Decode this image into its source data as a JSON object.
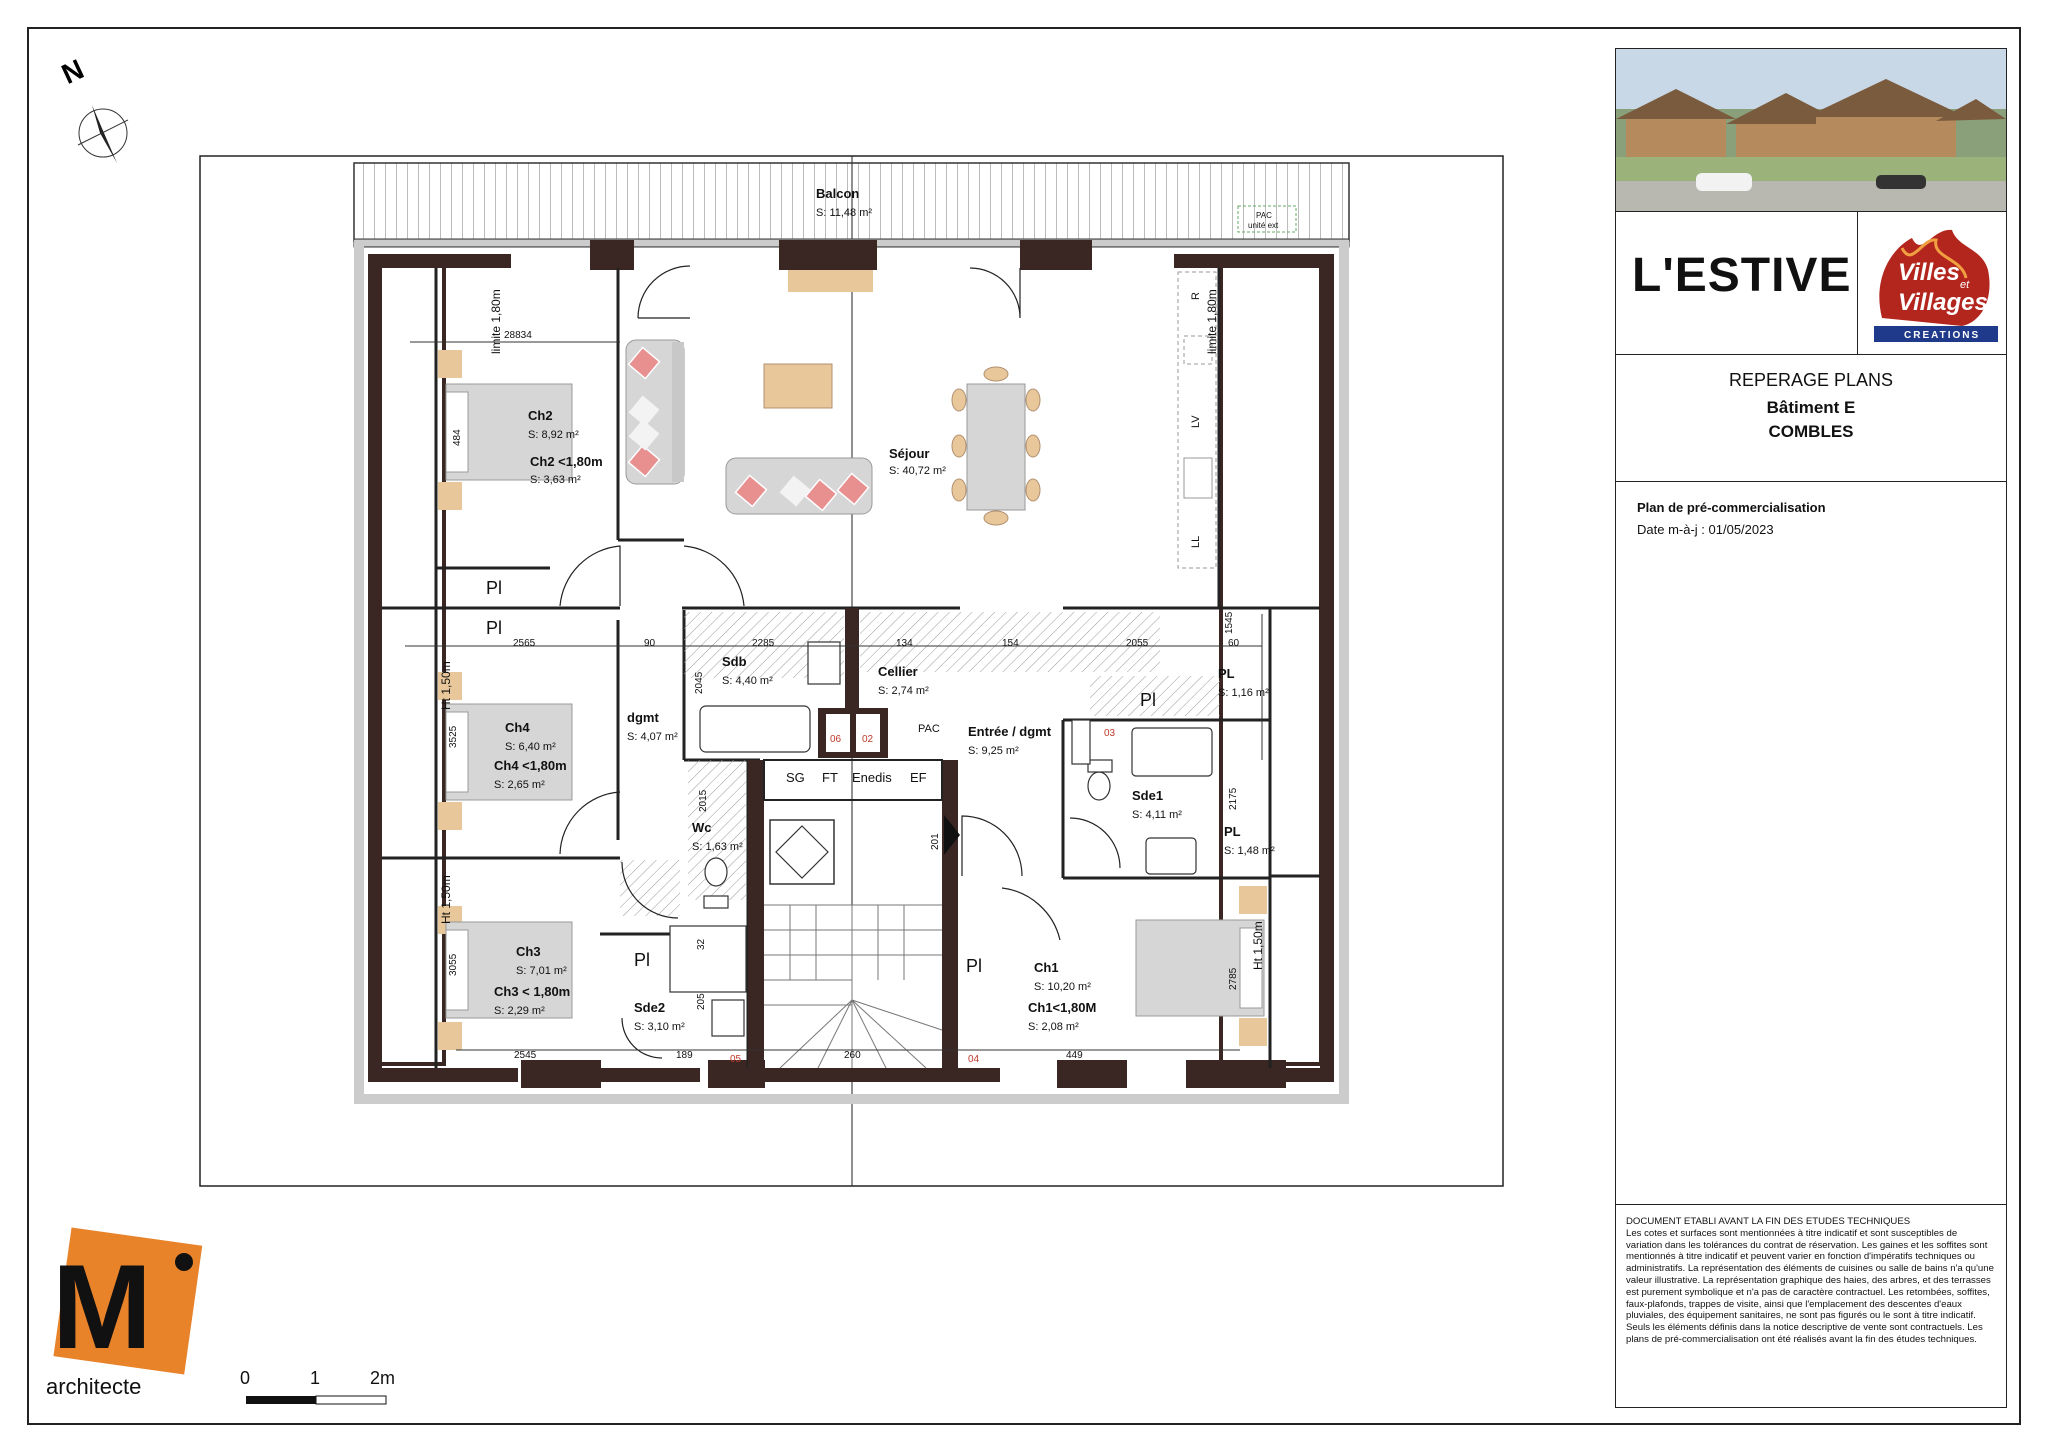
{
  "north": "N",
  "plan": {
    "balcon": {
      "name": "Balcon",
      "area": "S: 11,48 m²"
    },
    "pac_ext": [
      "PAC",
      "unité ext"
    ],
    "sejour": {
      "name": "Séjour",
      "area": "S: 40,72 m²"
    },
    "ch2": {
      "name": "Ch2",
      "area": "S: 8,92 m²",
      "low": "Ch2 <1,80m",
      "low_area": "S: 3,63 m²"
    },
    "ch4": {
      "name": "Ch4",
      "area": "S: 6,40 m²",
      "low": "Ch4 <1,80m",
      "low_area": "S: 2,65 m²"
    },
    "ch3": {
      "name": "Ch3",
      "area": "S: 7,01 m²",
      "low": "Ch3 < 1,80m",
      "low_area": "S: 2,29 m²"
    },
    "ch1": {
      "name": "Ch1",
      "area": "S: 10,20 m²",
      "low": "Ch1<1,80M",
      "low_area": "S: 2,08 m²"
    },
    "dgmt": {
      "name": "dgmt",
      "area": "S: 4,07 m²"
    },
    "sdb": {
      "name": "Sdb",
      "area": "S: 4,40 m²"
    },
    "cellier": {
      "name": "Cellier",
      "area": "S: 2,74 m²"
    },
    "entree": {
      "name": "Entrée / dgmt",
      "area": "S: 9,25 m²"
    },
    "wc": {
      "name": "Wc",
      "area": "S: 1,63 m²"
    },
    "sde1": {
      "name": "Sde1",
      "area": "S: 4,11 m²"
    },
    "sde2": {
      "name": "Sde2",
      "area": "S: 3,10 m²"
    },
    "pl_top": {
      "name": "PL",
      "area": "S: 1,16 m²"
    },
    "pl_mid": {
      "name": "PL",
      "area": "S: 1,48 m²"
    },
    "placards": [
      "Pl",
      "Pl",
      "Pl",
      "Pl",
      "Pl"
    ],
    "pac": "PAC",
    "gaines": [
      "SG",
      "FT",
      "Enedis",
      "EF"
    ],
    "kitchen": [
      "R",
      "LV",
      "LL"
    ],
    "limits": [
      "limite 1,80m",
      "limite 1,80m",
      "Ht 1,50m",
      "Ht 1,50m",
      "Ht 1,50m"
    ],
    "dims": [
      "28834",
      "484",
      "2565",
      "90",
      "2285",
      "134",
      "154",
      "2055",
      "60",
      "1545",
      "2045",
      "3525",
      "2015",
      "201",
      "2175",
      "32",
      "3055",
      "205",
      "2785",
      "2545",
      "189",
      "260",
      "449"
    ],
    "tags": [
      "06",
      "02",
      "03",
      "05",
      "04"
    ]
  },
  "scale": {
    "labels": [
      "0",
      "1",
      "2m"
    ]
  },
  "architect": "architecte",
  "cartouche": {
    "project": "L'ESTIVE",
    "logo": [
      "Villes",
      "et",
      "Villages",
      "CREATIONS"
    ],
    "title": "REPERAGE PLANS",
    "building": "Bâtiment E",
    "level": "COMBLES",
    "plan_type": "Plan de pré-commercialisation",
    "date": "Date m-à-j : 01/05/2023",
    "disclaimer_title": "DOCUMENT ETABLI AVANT LA FIN DES ETUDES TECHNIQUES",
    "disclaimer": "Les cotes et surfaces sont mentionnées à titre indicatif et sont susceptibles de variation dans les tolérances du contrat de réservation. Les gaines et les soffites sont mentionnés à titre indicatif et peuvent varier en fonction d'impératifs techniques ou administratifs. La représentation des éléments de cuisines ou salle de bains n'a qu'une valeur illustrative. La représentation graphique des haies, des arbres, et des terrasses est purement symbolique et n'a pas de caractère contractuel. Les retombées, soffites, faux-plafonds, trappes de visite, ainsi que l'emplacement des descentes d'eaux pluviales, des équipement sanitaires, ne sont pas figurés ou le sont à titre indicatif. Seuls les éléments définis dans la notice descriptive de vente sont contractuels. Les plans de pré-commercialisation ont été réalisés avant la fin des études techniques."
  },
  "colors": {
    "wall": "#3a2622",
    "wood": "#e8c79a",
    "cushion": "#e89090",
    "logo_red": "#b3261e",
    "logo_blue": "#1f3a8a",
    "archi_orange": "#e8832a"
  }
}
